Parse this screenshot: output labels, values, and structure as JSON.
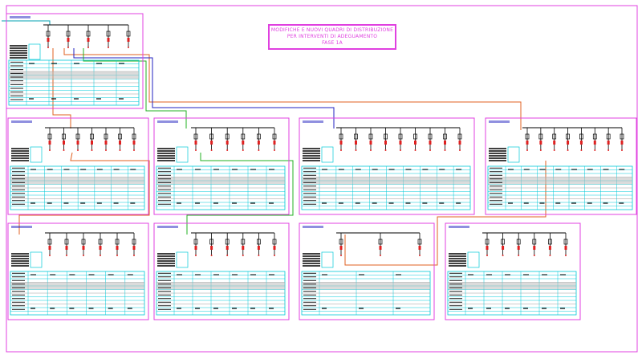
{
  "drawing": {
    "title_lines": [
      "MODIFICHE E NUOVI QUADRI DI DISTRIBUZIONE",
      "PER INTERVENTI DI ADEGUAMENTO",
      "FASE 1A"
    ]
  },
  "colors": {
    "frame": "#e040e0",
    "grid": "#00c8d8",
    "wiring": "#000000",
    "breaker_red": "#e02020",
    "feeder_orange": "#e06020",
    "feeder_green": "#20b020",
    "feeder_blue": "#2020c0",
    "feeder_cyan": "#00a0b0"
  },
  "panels": [
    {
      "id": "main",
      "breakers": 5
    },
    {
      "id": "r2c1",
      "breakers": 7
    },
    {
      "id": "r2c2",
      "breakers": 6
    },
    {
      "id": "r2c3",
      "breakers": 9
    },
    {
      "id": "r2c4",
      "breakers": 8
    },
    {
      "id": "r3c1",
      "breakers": 6
    },
    {
      "id": "r3c2",
      "breakers": 6
    },
    {
      "id": "r3c3",
      "breakers": 3
    },
    {
      "id": "r3c4",
      "breakers": 6
    }
  ]
}
